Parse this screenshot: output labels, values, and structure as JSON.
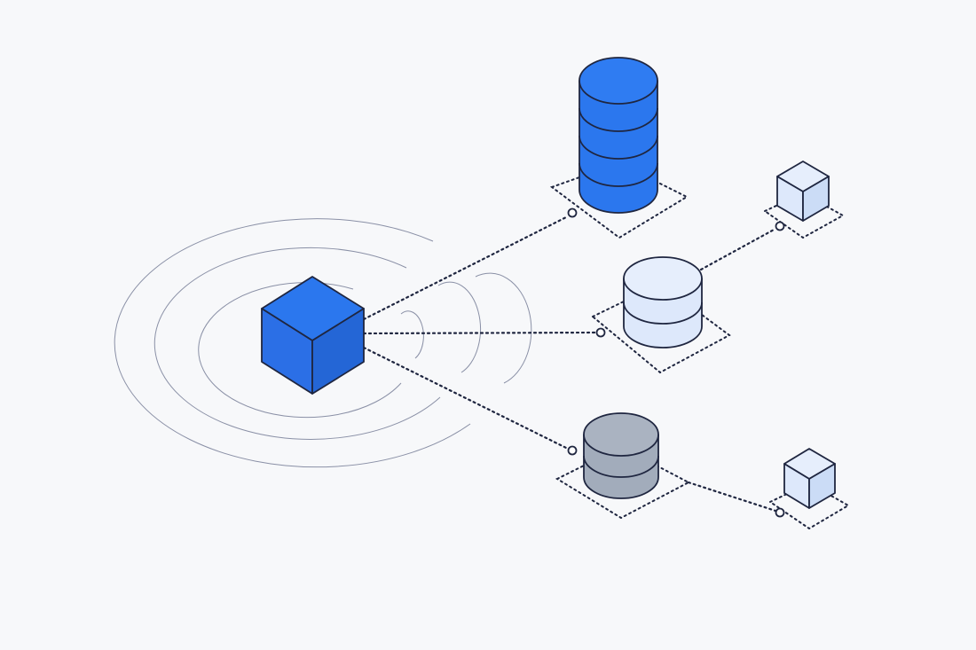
{
  "diagram": {
    "colors": {
      "background": "#f7f8fa",
      "outline": "#1f2640",
      "primary_blue": "#2b77ee",
      "primary_blue_side": "#2466d6",
      "light_blue": "#dde8fb",
      "light_blue_side": "#cbdcf6",
      "gray": "#a2acbb",
      "gray_side": "#939eae",
      "ring": "#8a90a6"
    },
    "nodes": [
      {
        "id": "hub",
        "shape": "cube",
        "color": "primary_blue",
        "icon": "cube-icon"
      },
      {
        "id": "db-top",
        "shape": "database-cylinder",
        "segments": 4,
        "color": "primary_blue",
        "icon": "database-icon"
      },
      {
        "id": "db-middle",
        "shape": "database-cylinder",
        "segments": 2,
        "color": "light_blue",
        "icon": "database-icon"
      },
      {
        "id": "db-bottom",
        "shape": "database-cylinder",
        "segments": 2,
        "color": "gray",
        "icon": "database-icon"
      },
      {
        "id": "cube-top-right",
        "shape": "cube",
        "color": "light_blue",
        "icon": "cube-icon"
      },
      {
        "id": "cube-bottom-right",
        "shape": "cube",
        "color": "light_blue",
        "icon": "cube-icon"
      }
    ],
    "links": [
      {
        "from": "hub",
        "to": "db-top",
        "style": "dotted"
      },
      {
        "from": "hub",
        "to": "db-middle",
        "style": "dotted"
      },
      {
        "from": "hub",
        "to": "db-bottom",
        "style": "dotted"
      },
      {
        "from": "db-middle",
        "to": "cube-top-right",
        "style": "dotted"
      },
      {
        "from": "db-bottom",
        "to": "cube-bottom-right",
        "style": "dotted"
      }
    ],
    "signal_rings": 4
  }
}
